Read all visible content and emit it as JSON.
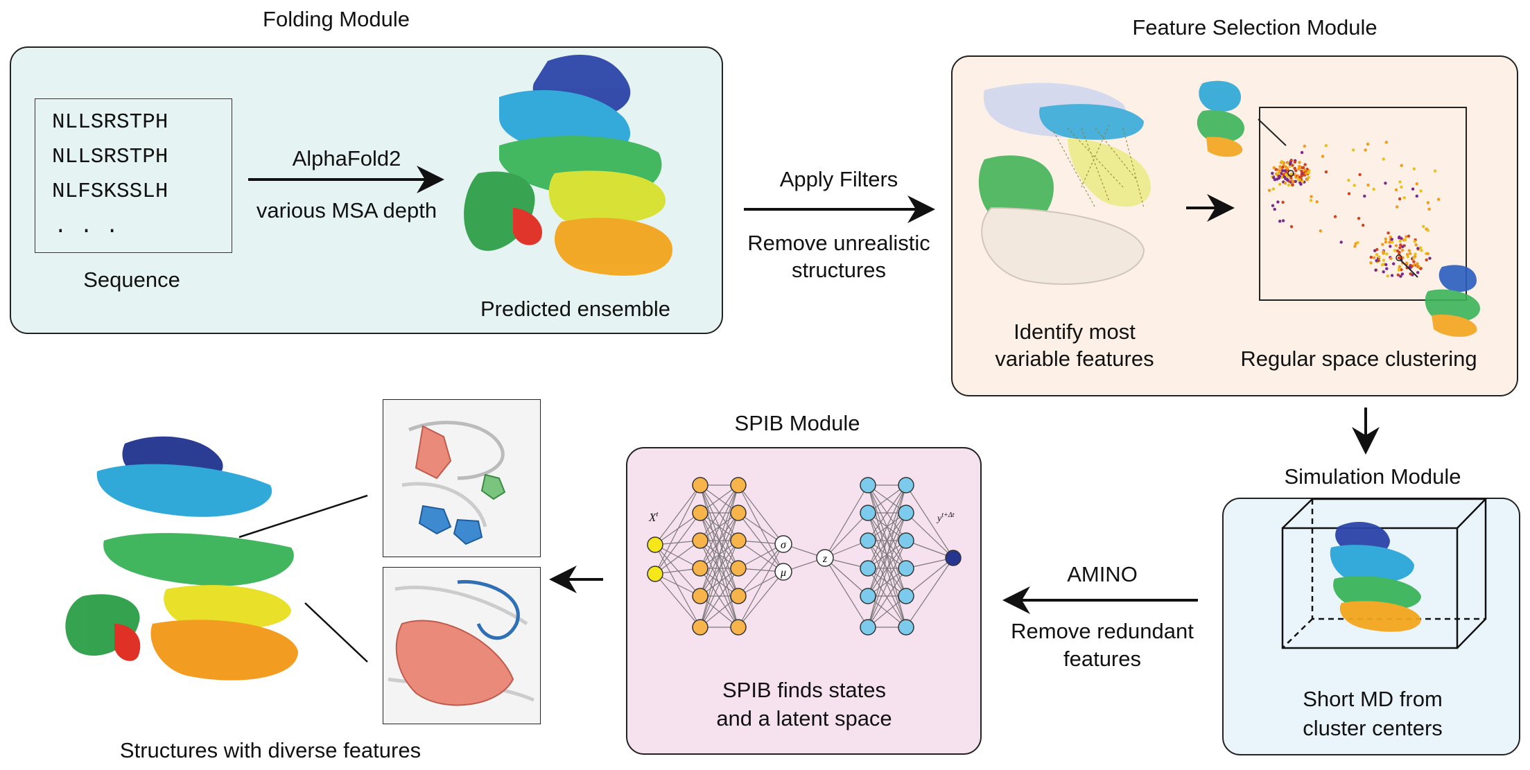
{
  "folding": {
    "title": "Folding Module",
    "sequences": [
      "NLLSRSTPH",
      "NLLSRSTPH",
      "NLFSKSSLH",
      ". . ."
    ],
    "sequence_label": "Sequence",
    "arrow_top": "AlphaFold2",
    "arrow_bottom": "various MSA depth",
    "ensemble_label": "Predicted ensemble",
    "bg_color": "#e6f3f3"
  },
  "filters": {
    "top": "Apply Filters",
    "bottom_line1": "Remove unrealistic",
    "bottom_line2": "structures"
  },
  "feature_selection": {
    "title": "Feature Selection Module",
    "left_line1": "Identify most",
    "left_line2": "variable features",
    "right_label": "Regular space clustering",
    "bg_color": "#fdf0e6"
  },
  "simulation": {
    "title": "Simulation Module",
    "line1": "Short MD from",
    "line2": "cluster centers",
    "bg_color": "#e9f4fb"
  },
  "amino": {
    "top": "AMINO",
    "bottom_line1": "Remove redundant",
    "bottom_line2": "features"
  },
  "spib": {
    "title": "SPIB Module",
    "line1": "SPIB finds states",
    "line2": "and a latent space",
    "input_label": "X",
    "input_sup": "t",
    "output_label": "y",
    "output_sup": "t+Δt",
    "sigma": "σ",
    "mu": "μ",
    "z": "z",
    "bg_color": "#f6e1ee"
  },
  "result": {
    "label": "Structures with diverse features"
  },
  "colors": {
    "arrow": "#111111",
    "node_yellow": "#f5e71a",
    "node_orange": "#f6b44a",
    "node_blue": "#7ccbec",
    "node_navy": "#26368f"
  }
}
